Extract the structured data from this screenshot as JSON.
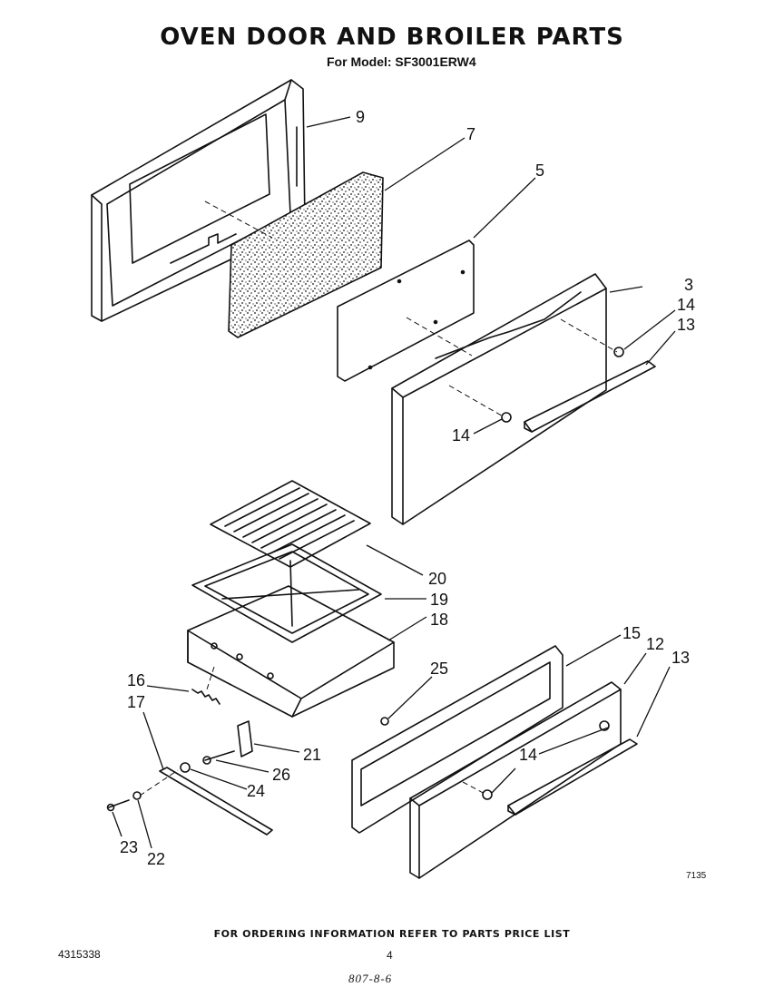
{
  "header": {
    "title": "OVEN DOOR AND BROILER PARTS",
    "model_line": "For Model: SF3001ERW4"
  },
  "callouts": {
    "p9": "9",
    "p7": "7",
    "p5": "5",
    "p3": "3",
    "p14a": "14",
    "p13a": "13",
    "p14b": "14",
    "p20": "20",
    "p19": "19",
    "p18": "18",
    "p15": "15",
    "p12": "12",
    "p13b": "13",
    "p16": "16",
    "p17": "17",
    "p25": "25",
    "p21": "21",
    "p26": "26",
    "p24": "24",
    "p14c": "14",
    "p23": "23",
    "p22": "22"
  },
  "drawing_code": "7135",
  "footer": {
    "ordering_note": "FOR ORDERING INFORMATION REFER TO PARTS PRICE LIST",
    "doc_number": "4315338",
    "page_number": "4",
    "handwritten_note": "807-8-6"
  }
}
